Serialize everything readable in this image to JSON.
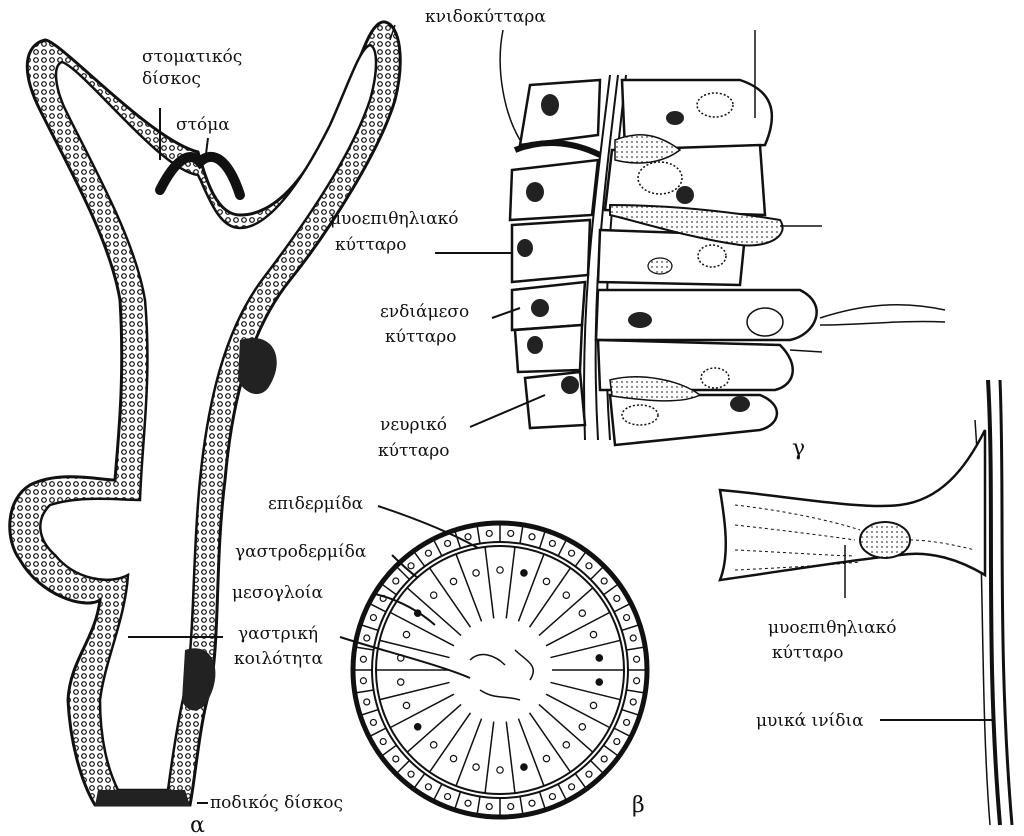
{
  "labels": {
    "stomatikos_diskos_1": "στοματικός",
    "stomatikos_diskos_2": "δίσκος",
    "stoma": "στόμα",
    "knidokyttara": "κνιδοκύτταρα",
    "myoepithiliako_1": "μυοεπιθηλιακό",
    "myoepithiliako_2": "κύτταρο",
    "endiameso_1": "ενδιάμεσο",
    "endiameso_2": "κύτταρο",
    "neuriko_1": "νευρικό",
    "neuriko_2": "κύτταρο",
    "epidermida": "επιδερμίδα",
    "gastrodermida": "γαστροδερμίδα",
    "mesogloia": "μεσογλοία",
    "gastriki_1": "γαστρική",
    "gastriki_2": "κοιλότητα",
    "podikos_diskos": "ποδικός δίσκος",
    "myoepithiliako_b_1": "μυοεπιθηλιακό",
    "myoepithiliako_b_2": "κύτταρο",
    "myika_inidia": "μυικά ινίδια"
  },
  "panels": {
    "alpha": "α",
    "beta": "β",
    "gamma": "γ"
  },
  "colors": {
    "ink": "#111111",
    "paper": "#ffffff",
    "stipple": "#555555"
  }
}
